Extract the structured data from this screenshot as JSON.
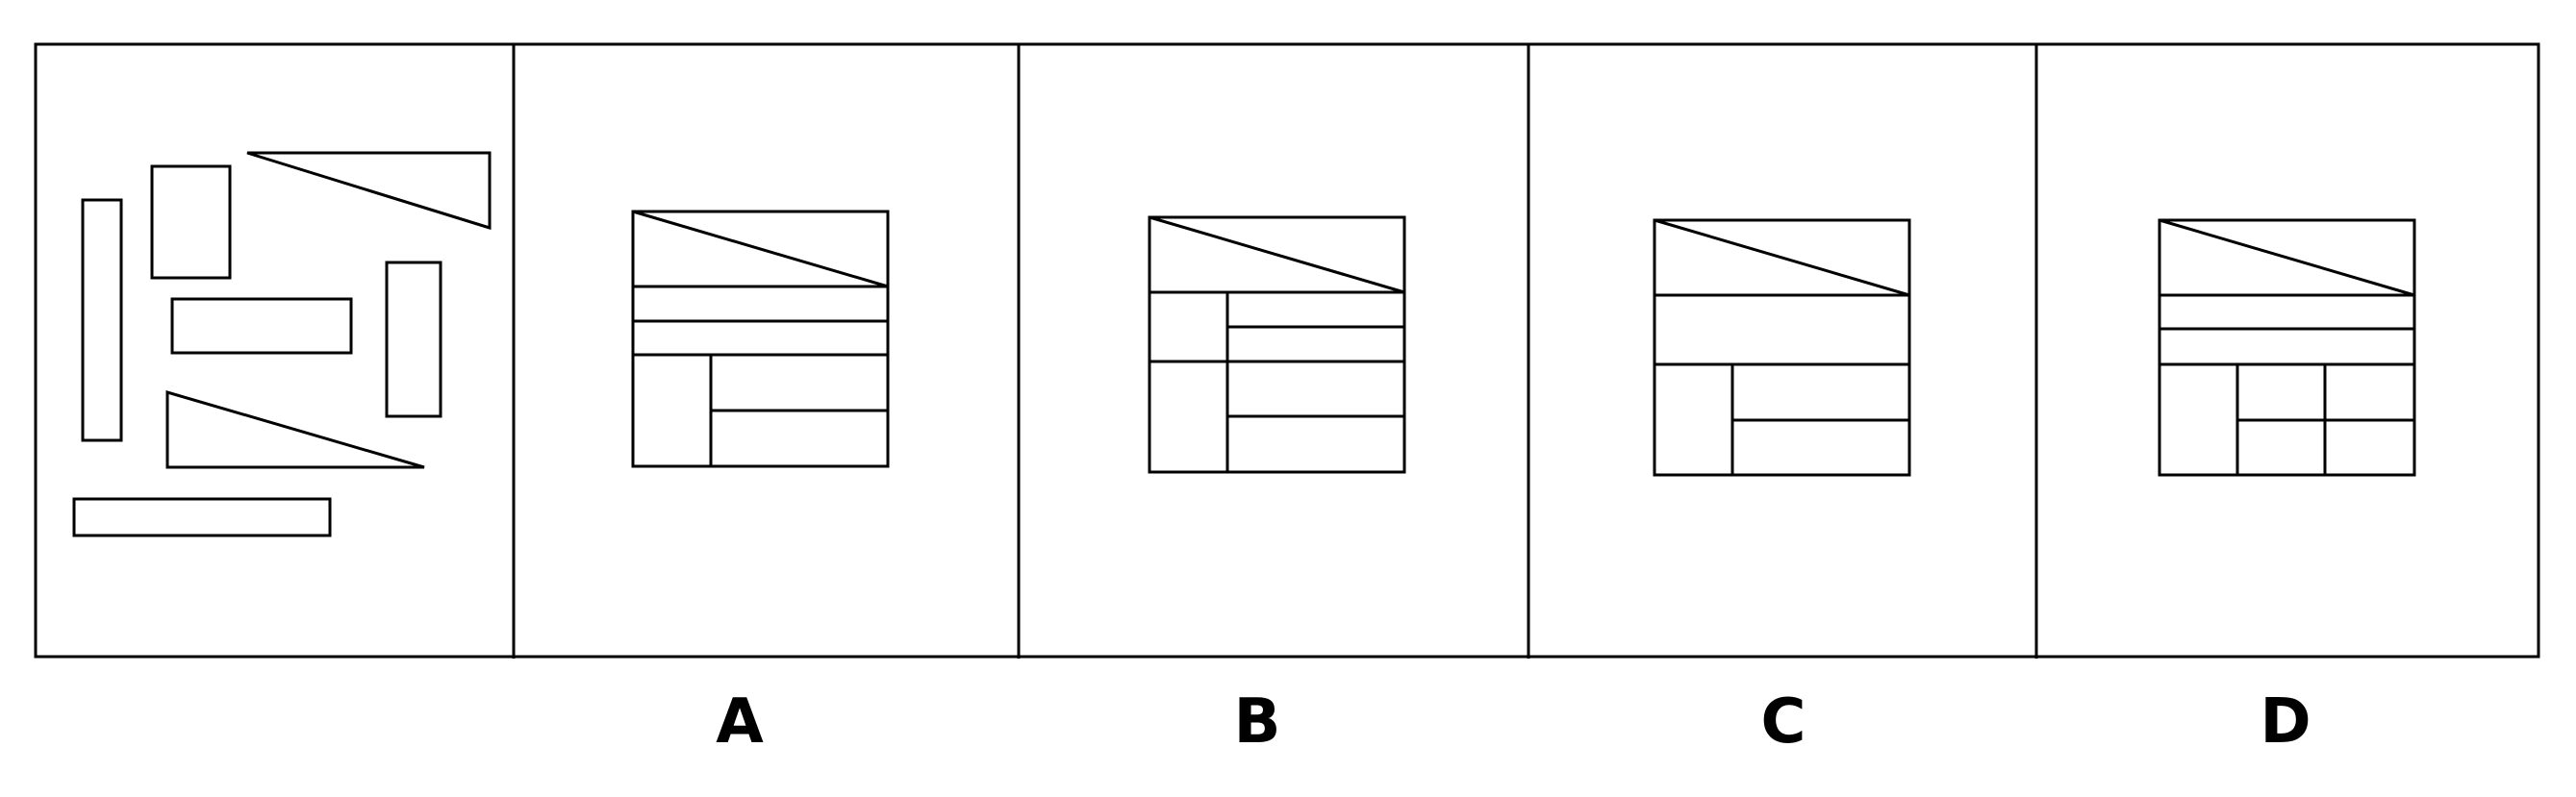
{
  "options": [
    {
      "label": "A"
    },
    {
      "label": "B"
    },
    {
      "label": "C"
    },
    {
      "label": "D"
    }
  ],
  "colors": {
    "stroke": "#000000",
    "background": "#ffffff"
  }
}
